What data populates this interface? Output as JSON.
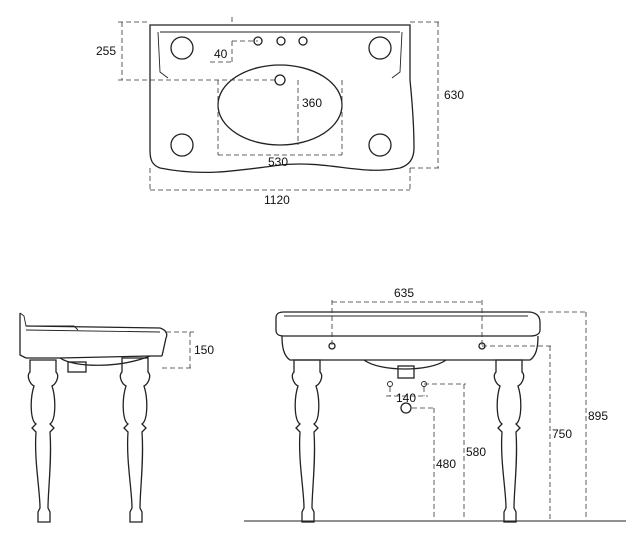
{
  "dimensions": {
    "top_depth_back": "255",
    "tap_offset": "40",
    "bowl_depth": "360",
    "bowl_width": "530",
    "overall_depth": "630",
    "overall_width": "1120",
    "side_apron_height": "150",
    "tap_spacing": "635",
    "waste_spacing": "140",
    "height_480": "480",
    "height_580": "580",
    "height_750": "750",
    "overall_height": "895"
  }
}
